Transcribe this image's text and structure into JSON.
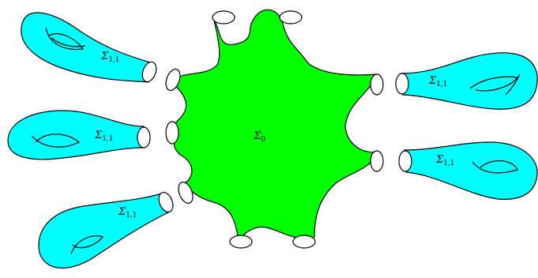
{
  "colors": {
    "center_fill": "#00ff00",
    "handle_fill": "#00ffff",
    "stroke": "#000000",
    "background": "#ffffff"
  },
  "center_surface": {
    "symbol": "Σ",
    "subscript": "0"
  },
  "handle_surfaces": [
    {
      "id": "top-left",
      "symbol": "Σ",
      "subscript": "1,1"
    },
    {
      "id": "middle-left",
      "symbol": "Σ",
      "subscript": "1,1"
    },
    {
      "id": "bottom-left",
      "symbol": "Σ",
      "subscript": "1,1"
    },
    {
      "id": "top-right",
      "symbol": "Σ",
      "subscript": "1,1"
    },
    {
      "id": "bottom-right",
      "symbol": "Σ",
      "subscript": "1,1"
    }
  ]
}
